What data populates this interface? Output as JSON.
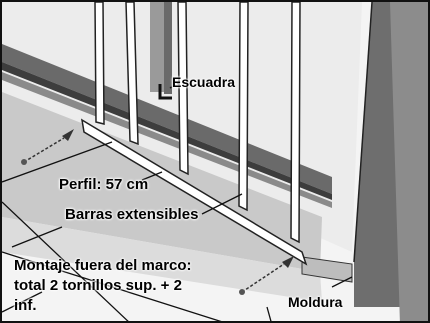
{
  "labels": {
    "escuadra": "Escuadra",
    "perfil": "Perfil: 57 cm",
    "barras": "Barras extensibles",
    "montaje_line1": "Montaje fuera del marco:",
    "montaje_line2": "total 2 tornillos sup. + 2",
    "montaje_line3": "inf.",
    "moldura": "Moldura"
  },
  "icons": [
    "screw-icon",
    "bracket-icon"
  ],
  "colors": {
    "border": "#111111",
    "wall": "#f2f2f2",
    "frame_dark": "#4a4a4a",
    "sill": "#cfcfcf",
    "bars": "#ffffff"
  }
}
